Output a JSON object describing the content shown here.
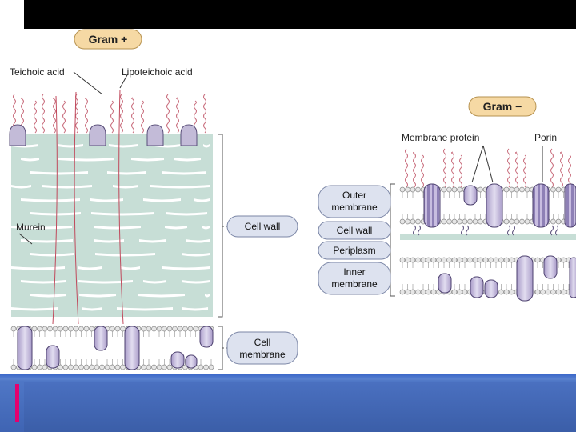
{
  "gram_positive": {
    "title": "Gram +",
    "labels": {
      "teichoic_acid": "Teichoic acid",
      "lipoteichoic_acid": "Lipoteichoic acid",
      "murein": "Murein"
    },
    "layers": {
      "cell_wall": "Cell wall",
      "cell_membrane_line1": "Cell",
      "cell_membrane_line2": "membrane"
    }
  },
  "gram_negative": {
    "title": "Gram −",
    "labels": {
      "membrane_protein": "Membrane protein",
      "porin": "Porin"
    },
    "layers": {
      "outer_membrane_line1": "Outer",
      "outer_membrane_line2": "membrane",
      "cell_wall": "Cell wall",
      "periplasm": "Periplasm",
      "inner_membrane_line1": "Inner",
      "inner_membrane_line2": "membrane"
    }
  },
  "colors": {
    "murein": "#c7ded6",
    "protein": "#c3bbd8",
    "lipid": "#9b9b9b",
    "title_pill": "#f6d9a4",
    "label_pill": "#dde2ef",
    "band": "#4a70c0",
    "accent": "#e4006e"
  }
}
